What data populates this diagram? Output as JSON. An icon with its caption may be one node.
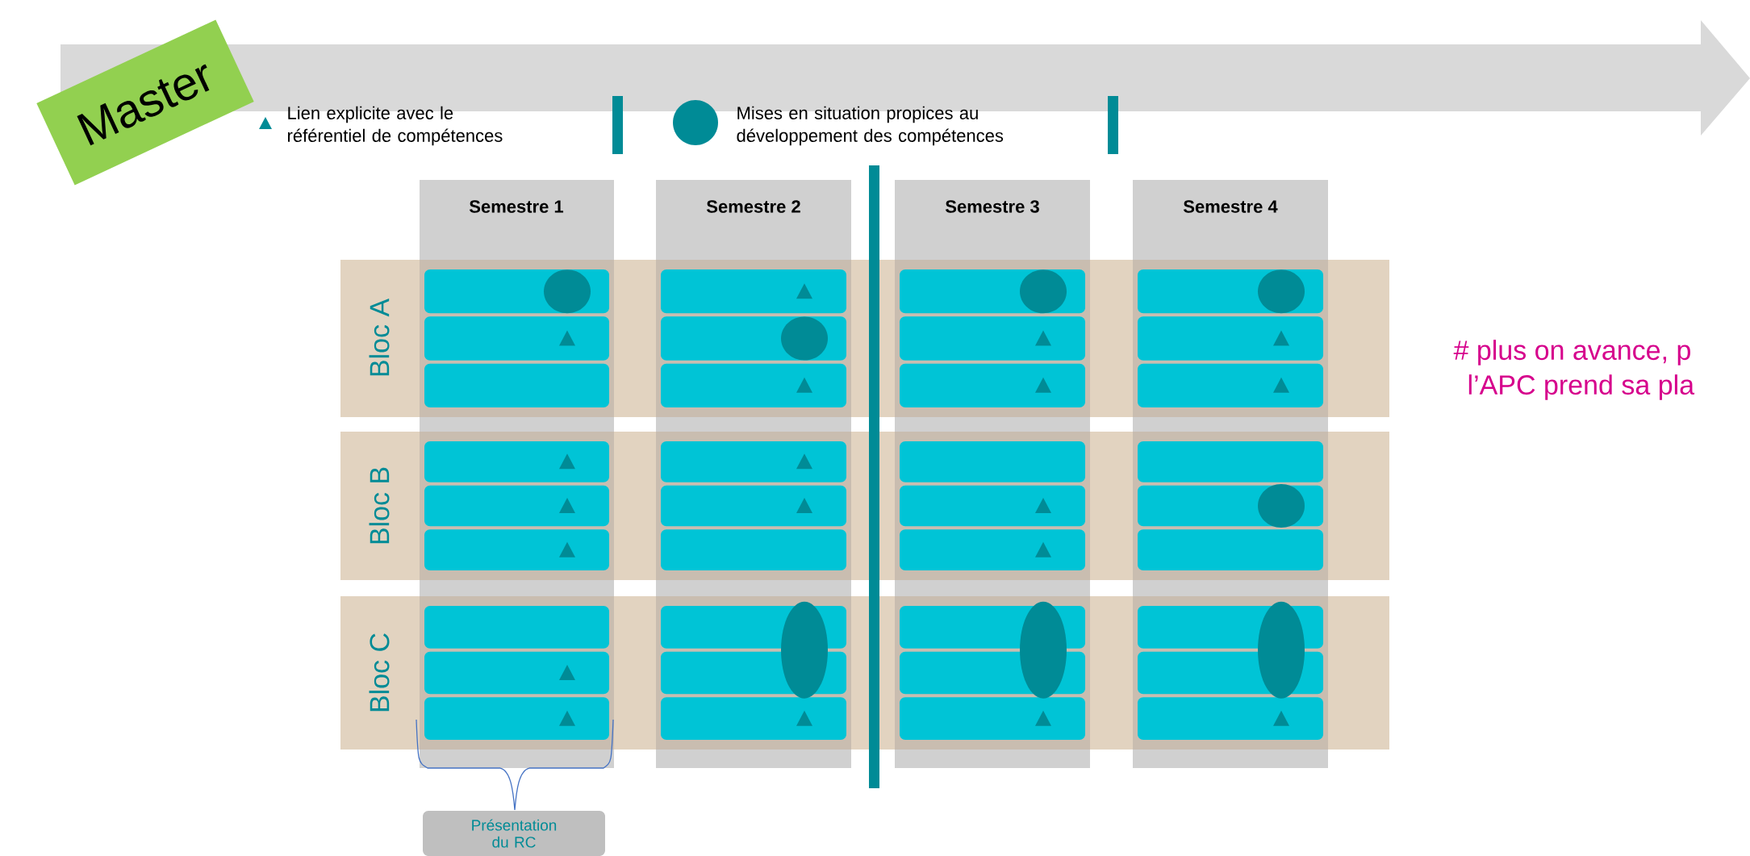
{
  "diagram": {
    "nodes": [
      {
        "text": [
          "Master"
        ]
      },
      {
        "text": [
          "Semestre 1"
        ]
      },
      {
        "text": [
          "Semestre 2"
        ]
      },
      {
        "text": [
          "Semestre 3"
        ]
      },
      {
        "text": [
          "Semestre 4"
        ]
      },
      {
        "text": [
          "Bloc A"
        ]
      },
      {
        "text": [
          "Bloc B"
        ]
      },
      {
        "text": [
          "Bloc C"
        ]
      },
      {
        "text": [
          "Présentation du RC"
        ]
      }
    ],
    "labels": [
      "# plus on avance, p",
      "l’APC prend sa pla"
    ],
    "legend": [
      {
        "text": "Lien explicite avec le référentiel de compétences"
      },
      {
        "text": "Mises en situation propices au développement des compétences"
      }
    ]
  }
}
